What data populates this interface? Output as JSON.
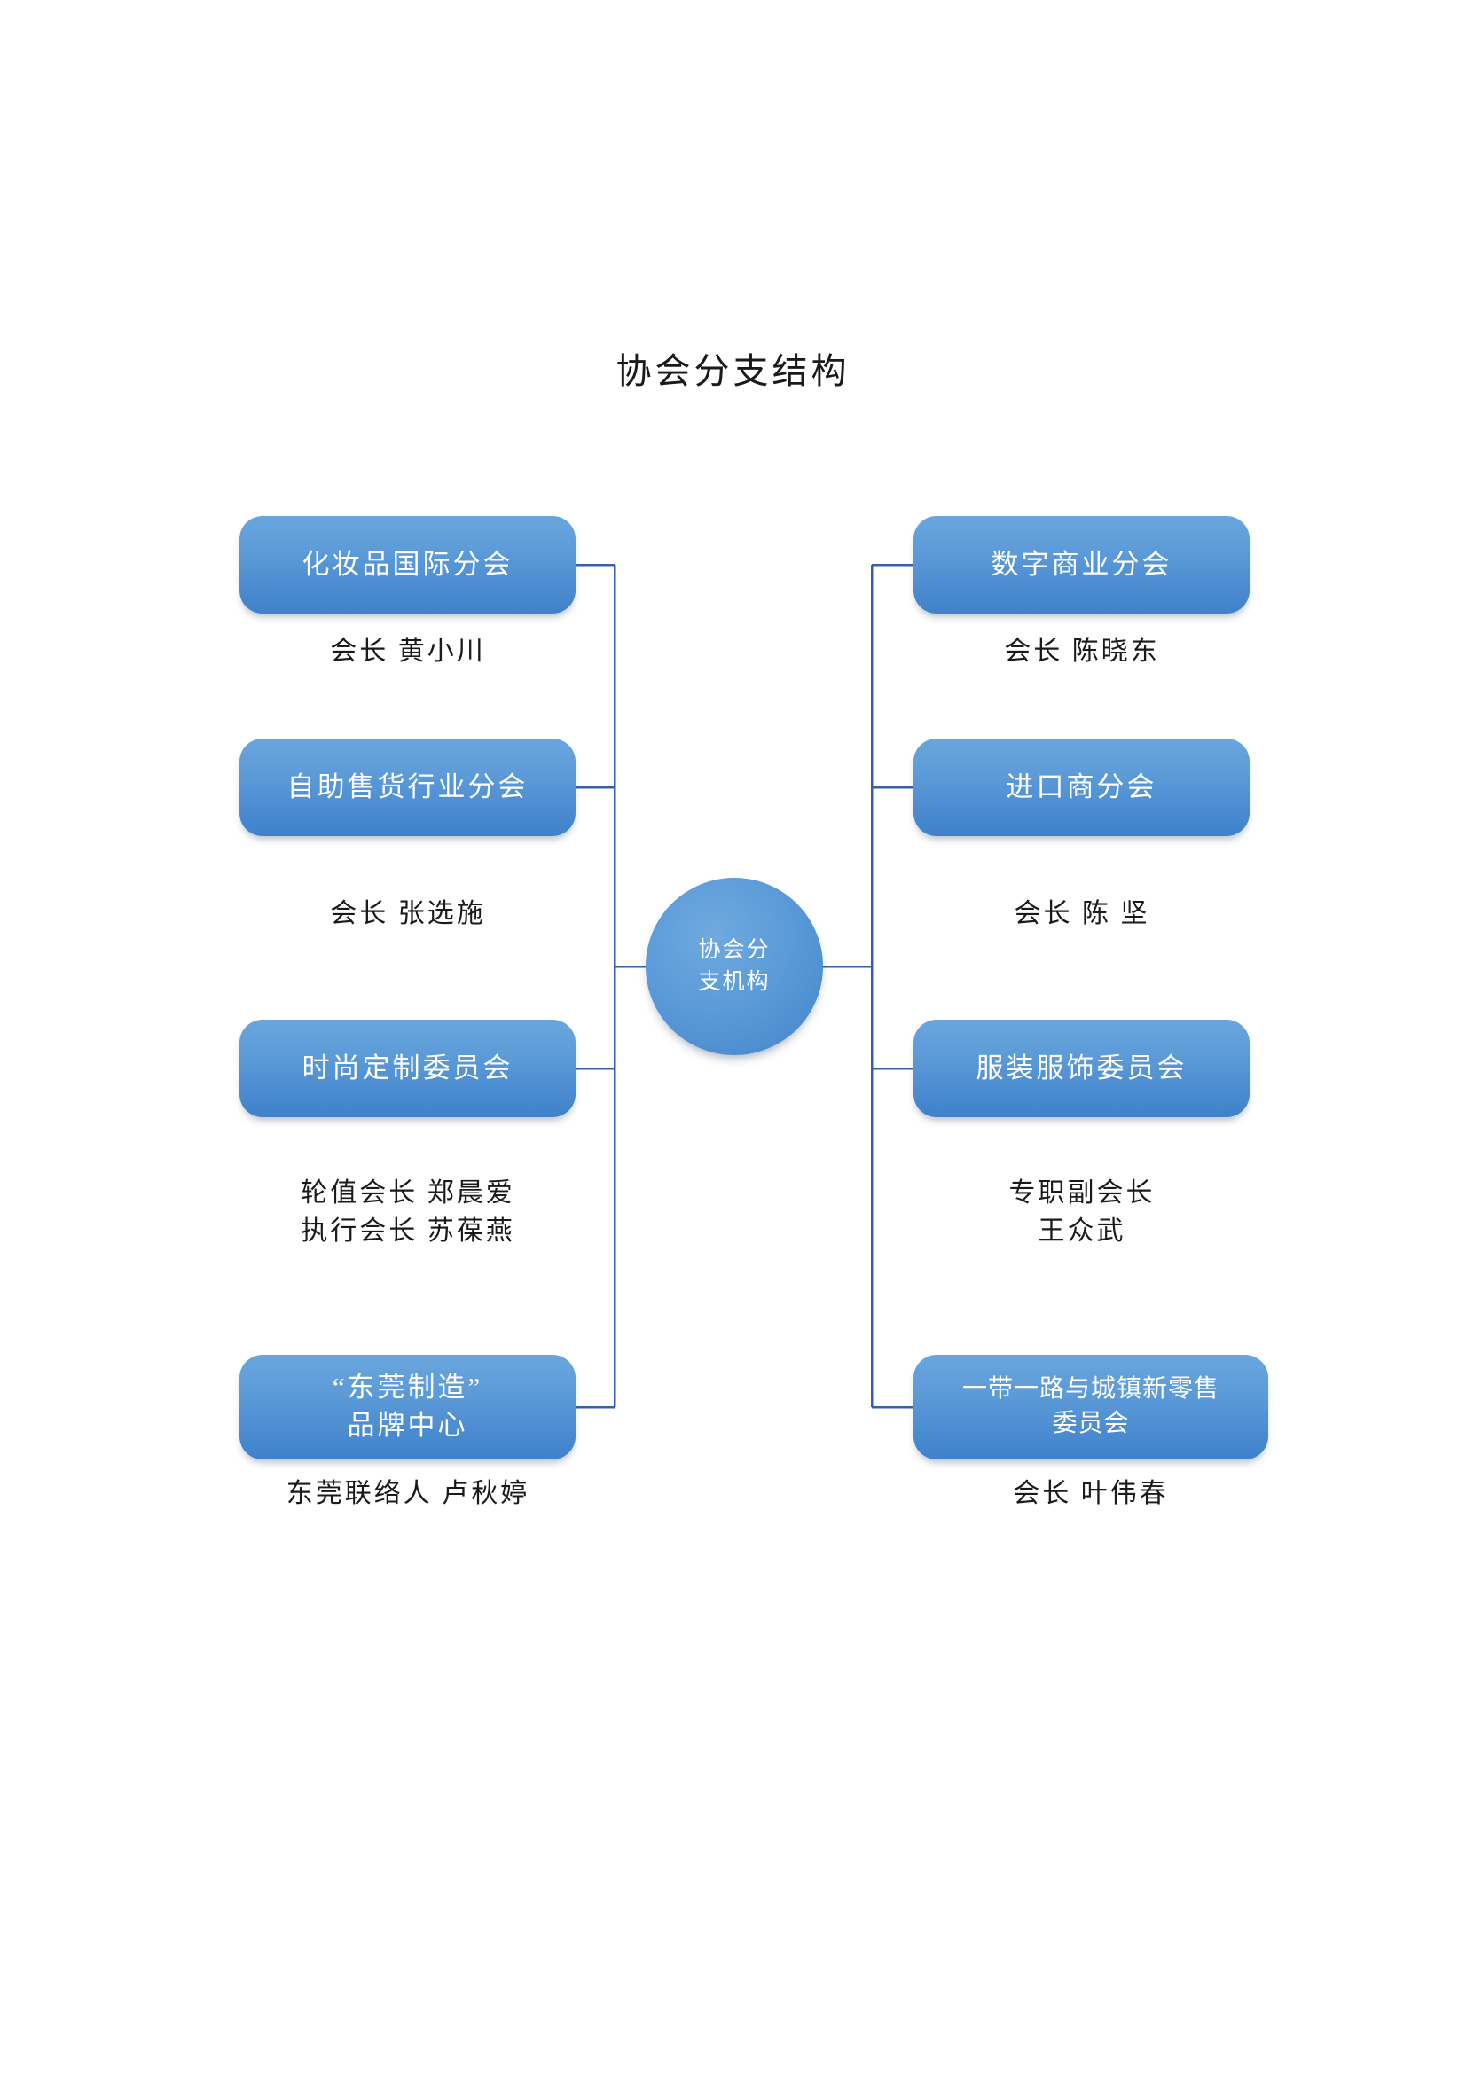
{
  "page": {
    "title": "协会分支结构",
    "background_color": "#ffffff"
  },
  "theme": {
    "node_fill_top": "#6aa6dd",
    "node_fill_bottom": "#3f82ca",
    "node_text_color": "#ffffff",
    "connector_color": "#3a5fa8",
    "caption_color": "#1a1a1a"
  },
  "hub": {
    "label": "协会分\n支机构"
  },
  "left_branches": [
    {
      "name": "化妆品国际分会",
      "caption": "会长  黄小川"
    },
    {
      "name": "自助售货行业分会",
      "caption": "会长  张选施"
    },
    {
      "name": "时尚定制委员会",
      "caption": "轮值会长  郑晨爱\n执行会长  苏葆燕"
    },
    {
      "name": "“东莞制造”\n品牌中心",
      "caption": "东莞联络人  卢秋婷"
    }
  ],
  "right_branches": [
    {
      "name": "数字商业分会",
      "caption": "会长  陈晓东"
    },
    {
      "name": "进口商分会",
      "caption": "会长  陈  坚"
    },
    {
      "name": "服装服饰委员会",
      "caption": "专职副会长\n王众武"
    },
    {
      "name": "一带一路与城镇新零售\n委员会",
      "caption": "会长  叶伟春"
    }
  ]
}
